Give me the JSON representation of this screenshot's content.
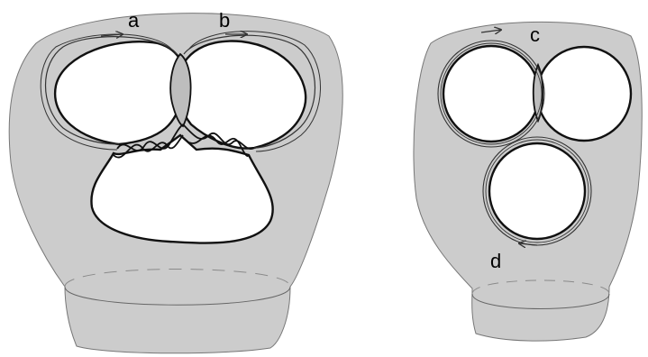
{
  "labels": {
    "a": "a",
    "b": "b",
    "c": "c",
    "d": "d"
  },
  "colors": {
    "surface": "#cccccc",
    "hole": "#ffffff",
    "stroke": "#1a1a1a",
    "dashed": "#8a8a8a"
  }
}
